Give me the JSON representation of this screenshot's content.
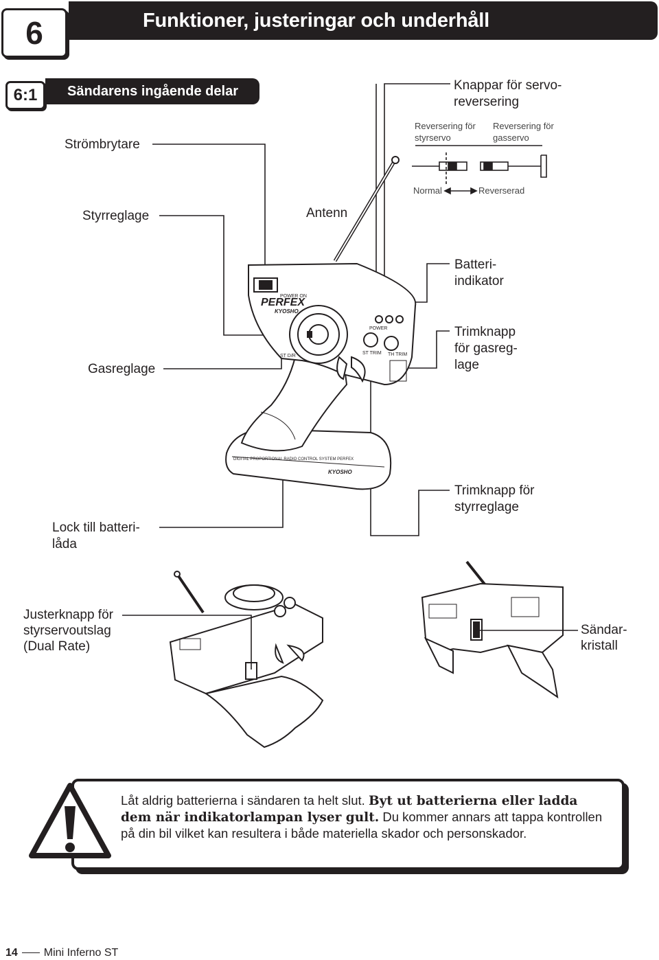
{
  "chapter": {
    "number": "6",
    "title": "Funktioner, justeringar och underhåll"
  },
  "section": {
    "number": "6:1",
    "title": "Sändarens ingående delar"
  },
  "labels": {
    "power_switch": "Strömbrytare",
    "steering_wheel": "Styrreglage",
    "antenna": "Antenn",
    "servo_reverse_buttons_1": "Knappar för servo-",
    "servo_reverse_buttons_2": "reversering",
    "reverse_steer_1": "Reversering för",
    "reverse_steer_2": "styrservo",
    "reverse_throttle_1": "Reversering för",
    "reverse_throttle_2": "gasservo",
    "normal": "Normal",
    "reversed": "Reverserad",
    "battery_indicator_1": "Batteri-",
    "battery_indicator_2": "indikator",
    "throttle_trim_1": "Trimknapp",
    "throttle_trim_2": "för gasreg-",
    "throttle_trim_3": "lage",
    "throttle_trigger": "Gasreglage",
    "battery_lid_1": "Lock till batteri-",
    "battery_lid_2": "låda",
    "steering_trim_1": "Trimknapp för",
    "steering_trim_2": "styrreglage",
    "dual_rate_1": "Justerknapp för",
    "dual_rate_2": "styrservoutslag",
    "dual_rate_3": "(Dual Rate)",
    "crystal_1": "Sändar-",
    "crystal_2": "kristall"
  },
  "device_print": {
    "brand": "PERFEX",
    "maker": "KYOSHO",
    "power_on": "POWER ON",
    "power": "POWER",
    "st_trim": "ST TRIM",
    "th_trim": "TH TRIM",
    "st_dr": "ST D/R",
    "base_text": "DIGITAL PROPORTIONAL RADIO CONTROL SYSTEM PERFEX"
  },
  "warning": {
    "text_normal_1": "Låt aldrig batterierna i sändaren ta helt slut. ",
    "text_bold": "Byt ut batterierna eller ladda dem när indikatorlampan lyser gult.",
    "text_normal_2": " Du kommer annars att tappa kontrollen på din bil vilket kan resultera i både materiella skador och personskador."
  },
  "footer": {
    "page": "14",
    "product": "Mini Inferno ST"
  }
}
